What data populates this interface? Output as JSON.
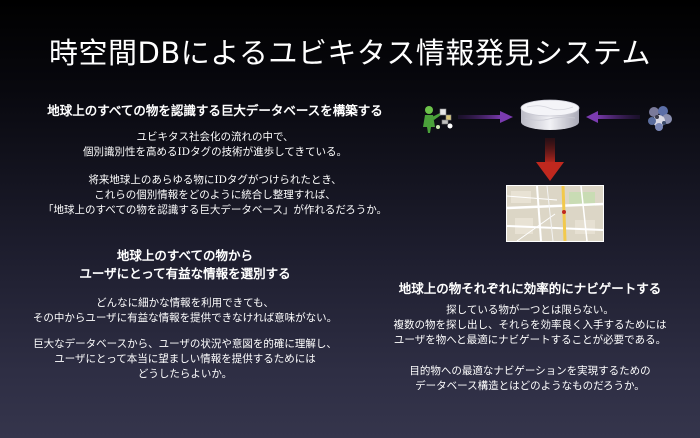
{
  "title": "時空間DBによるユビキタス情報発見システム",
  "section1": {
    "heading": "地球上のすべての物を認識する巨大データベースを構築する",
    "para1": [
      "ユビキタス社会化の流れの中で、",
      "個別識別性を高めるIDタグの技術が進歩してきている。"
    ],
    "para2": [
      "将来地球上のあらゆる物にIDタグがつけられたとき、",
      "これらの個別情報をどのように統合し整理すれば、",
      "「地球上のすべての物を認識する巨大データベース」が作れるだろうか。"
    ]
  },
  "section2": {
    "heading": [
      "地球上のすべての物から",
      "ユーザにとって有益な情報を選別する"
    ],
    "para1": [
      "どんなに細かな情報を利用できても、",
      "その中からユーザに有益な情報を提供できなければ意味がない。"
    ],
    "para2": [
      "巨大なデータベースから、ユーザの状況や意図を的確に理解し、",
      "ユーザにとって本当に望ましい情報を提供するためには",
      "どうしたらよいか。"
    ]
  },
  "section3": {
    "heading": "地球上の物それぞれに効率的にナビゲートする",
    "para1": [
      "探している物が一つとは限らない。",
      "複数の物を探し出し、それらを効率良く入手するためには",
      "ユーザを物へと最適にナビゲートすることが必要である。"
    ],
    "para2": [
      "目的物への最適なナビゲーションを実現するための",
      "データベース構造とはどのようなものだろうか。"
    ]
  },
  "diagram": {
    "left_icon": "person-with-items-icon",
    "right_icon": "object-cluster-icon",
    "center_icon": "database-disk-icon",
    "bottom_icon": "map-icon",
    "colors": {
      "arrow_side": "#7b3bb0",
      "arrow_down": "#c0281e",
      "disk": "#e8e8ee"
    }
  }
}
